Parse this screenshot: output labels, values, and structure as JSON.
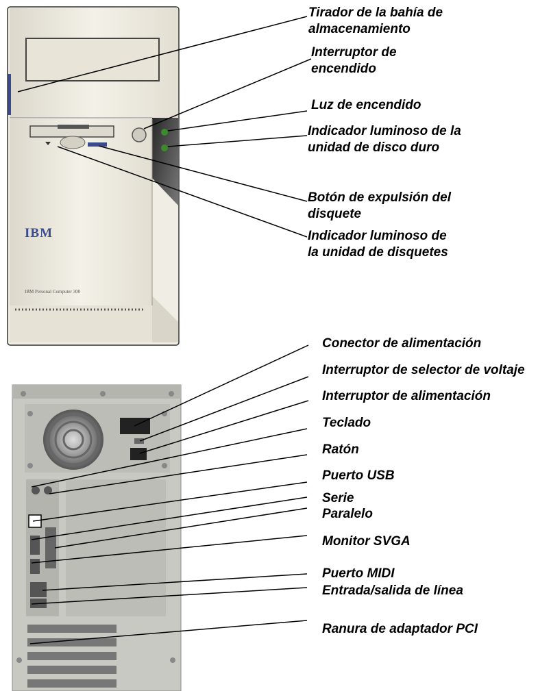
{
  "front_view": {
    "brand_logo": "IBM",
    "model_text": "IBM Personal Computer 300",
    "callouts": [
      {
        "id": "storage-bay-handle",
        "lines": [
          "Tirador de la bahía de",
          "almacenamiento"
        ]
      },
      {
        "id": "power-switch",
        "lines": [
          "Interruptor de",
          "encendido"
        ]
      },
      {
        "id": "power-light",
        "lines": [
          "Luz de encendido"
        ]
      },
      {
        "id": "hard-disk-light",
        "lines": [
          "Indicador luminoso de la",
          "unidad de disco duro"
        ]
      },
      {
        "id": "diskette-eject-button",
        "lines": [
          "Botón de expulsión del",
          "disquete"
        ]
      },
      {
        "id": "diskette-drive-light",
        "lines": [
          "Indicador luminoso de",
          "la unidad de disquetes"
        ]
      }
    ]
  },
  "rear_view": {
    "callouts": [
      {
        "id": "power-connector",
        "text": "Conector de alimentación"
      },
      {
        "id": "voltage-selector-switch",
        "text": "Interruptor de selector de voltaje"
      },
      {
        "id": "power-switch-rear",
        "text": "Interruptor de alimentación"
      },
      {
        "id": "keyboard-port",
        "text": "Teclado"
      },
      {
        "id": "mouse-port",
        "text": "Ratón"
      },
      {
        "id": "usb-port",
        "text": "Puerto USB"
      },
      {
        "id": "serial-port",
        "text": "Serie"
      },
      {
        "id": "parallel-port",
        "text": "Paralelo"
      },
      {
        "id": "svga-monitor-port",
        "text": "Monitor SVGA"
      },
      {
        "id": "midi-port",
        "text": "Puerto MIDI"
      },
      {
        "id": "line-in-out",
        "text": "Entrada/salida de línea"
      },
      {
        "id": "pci-adapter-slot",
        "text": "Ranura de adaptador PCI"
      }
    ]
  },
  "colors": {
    "case_front": "#ece8dc",
    "case_rear": "#c9c9c4",
    "bezel_shadow": "#2c2c2c",
    "power_led": "#3d8a2c",
    "ibm_blue": "#3a4a8c"
  }
}
